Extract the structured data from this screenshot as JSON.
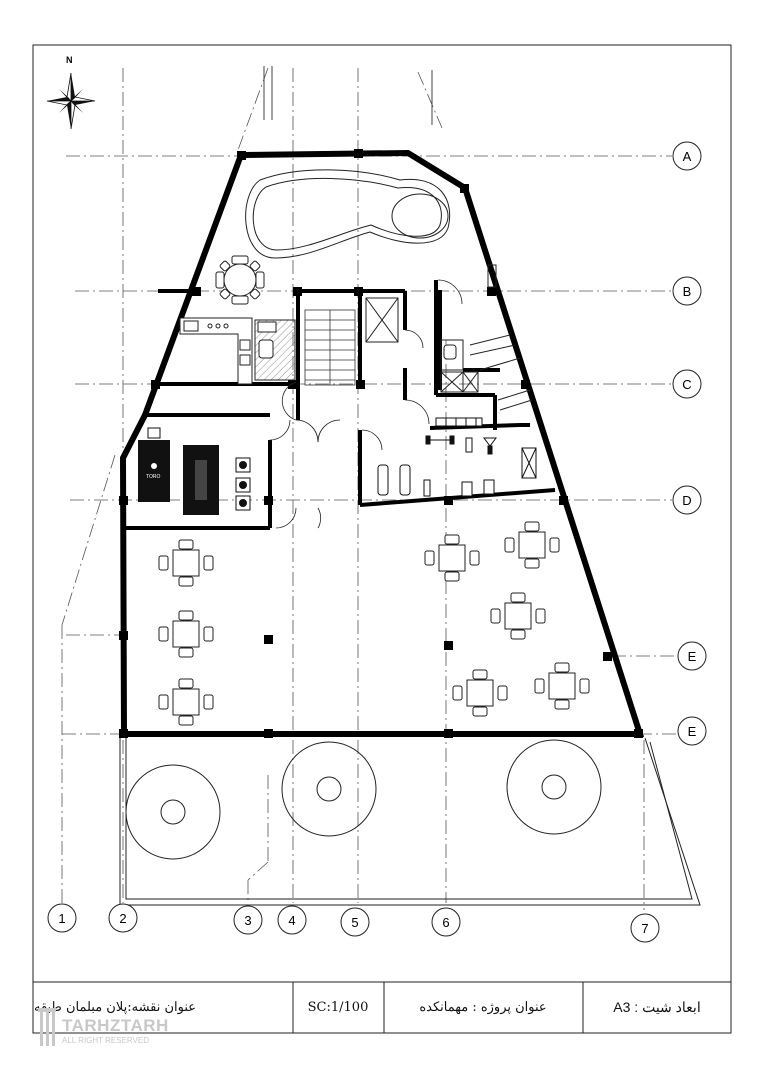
{
  "north_label": "N",
  "grid_rows": [
    "A",
    "B",
    "C",
    "D",
    "E",
    "E"
  ],
  "grid_cols": [
    "1",
    "2",
    "3",
    "4",
    "5",
    "6",
    "7"
  ],
  "title_block": {
    "map_title": "عنوان نقشه:پلان مبلمان طبقه",
    "scale": "SC:1/100",
    "project_title": "عنوان پروژه : مهمانکده",
    "sheet_size": "ابعاد شیت : A3"
  },
  "watermark": {
    "name": "TARHZTARH",
    "rights": "ALL RIGHT RESERVED"
  },
  "gym_label": "TORO"
}
